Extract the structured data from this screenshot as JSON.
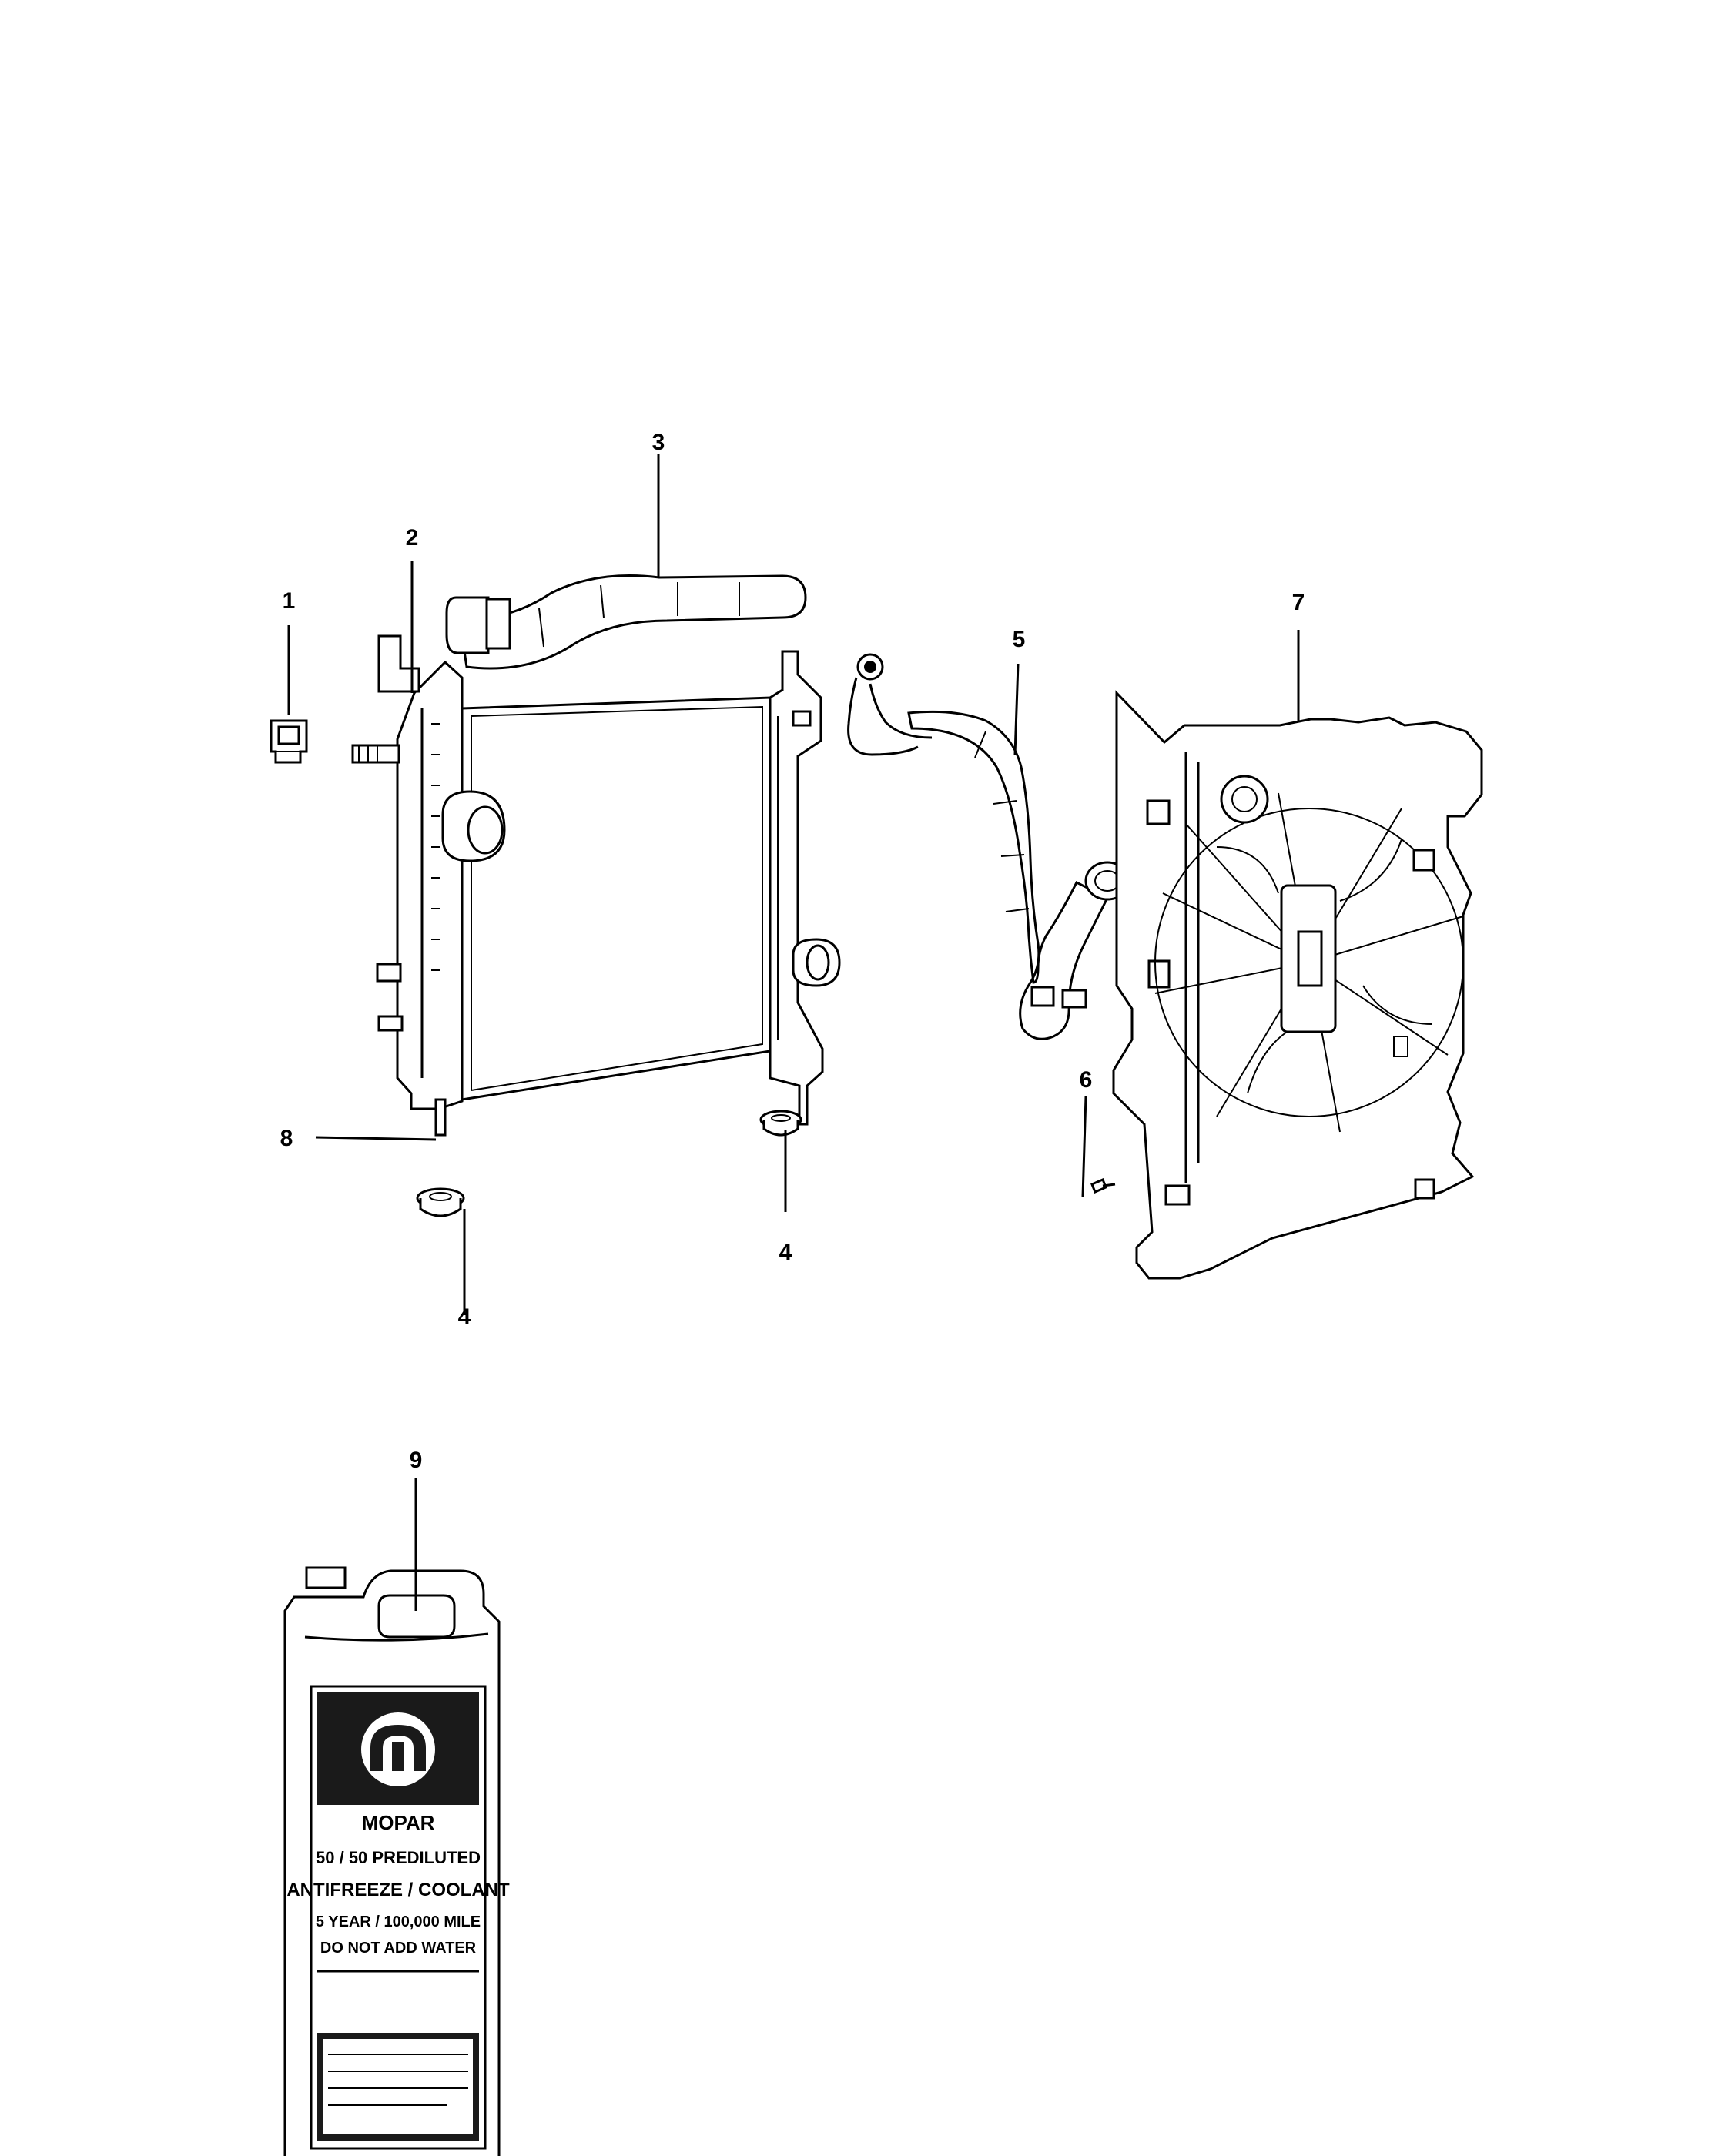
{
  "callouts": {
    "c1": "1",
    "c2": "2",
    "c3": "3",
    "c4a": "4",
    "c4b": "4",
    "c5": "5",
    "c6": "6",
    "c7": "7",
    "c8": "8",
    "c9": "9"
  },
  "jug_label": {
    "brand": "MOPAR",
    "line1": "50 / 50 PREDILUTED",
    "line2": "ANTIFREEZE / COOLANT",
    "line3": "5 YEAR / 100,000 MILE",
    "line4": "DO NOT ADD WATER"
  }
}
